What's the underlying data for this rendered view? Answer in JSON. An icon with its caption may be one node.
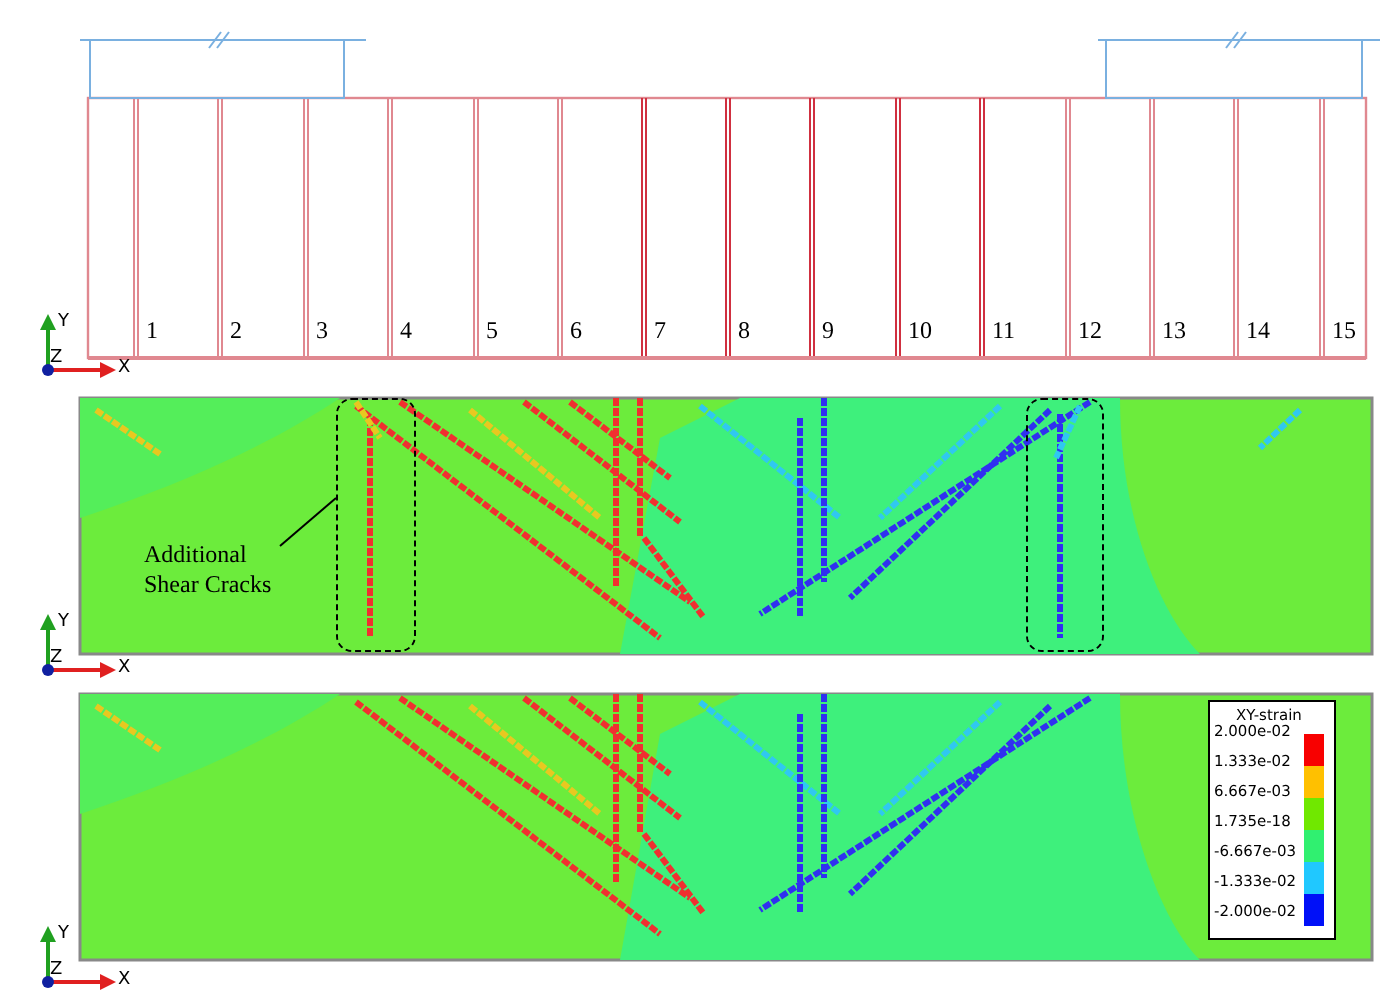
{
  "diagram": {
    "nodes": [
      {
        "text": [
          "Additional Shear Cracks"
        ]
      },
      {
        "text": [],
        "shape": "box"
      },
      {
        "text": [],
        "shape": "box"
      }
    ],
    "edges": [
      {
        "from": 0,
        "to": 1,
        "arrow": "none"
      }
    ],
    "labels": [
      "1",
      "2",
      "3",
      "4",
      "5",
      "6",
      "7",
      "8",
      "9",
      "10",
      "11",
      "12",
      "13",
      "14",
      "15",
      "Y",
      "Z",
      "X",
      "Y",
      "Z",
      "X",
      "XY-strain",
      "2.000e-02",
      "1.333e-02",
      "6.667e-03",
      "1.735e-18",
      "-6.667e-03",
      "-1.333e-02",
      "-2.000e-02",
      "Y",
      "Z",
      "X"
    ]
  }
}
